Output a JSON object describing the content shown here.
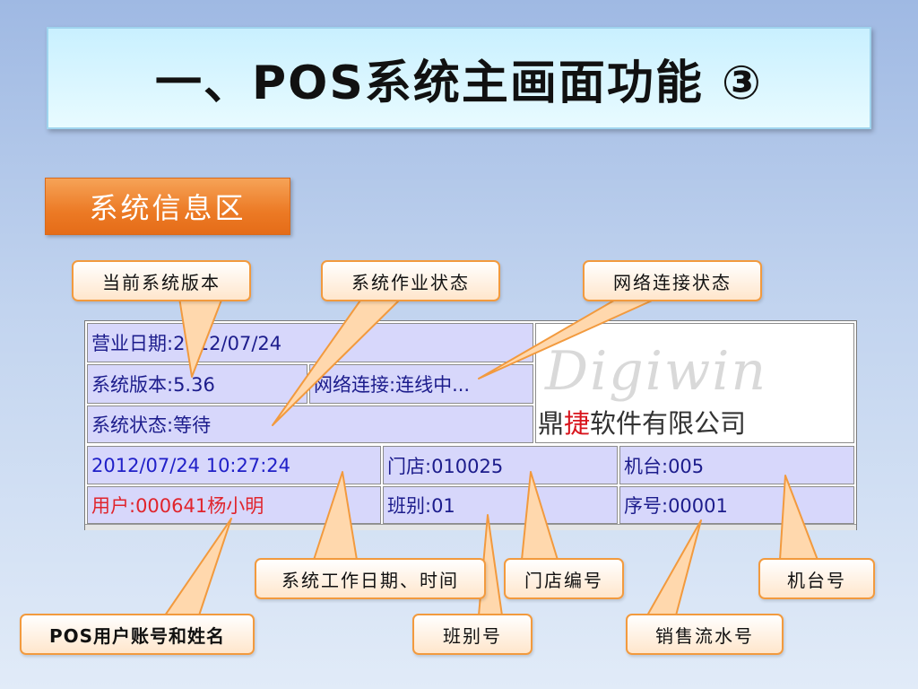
{
  "slide": {
    "title": "一、POS系统主画面功能 ③",
    "section_label": "系统信息区"
  },
  "pos_panel": {
    "business_date": "营业日期:2012/07/24",
    "version": "系统版本:5.36",
    "network": "网络连接:连线中...",
    "status": "系统状态:等待",
    "datetime": "2012/07/24 10:27:24",
    "store": "门店:010025",
    "terminal": "机台:005",
    "user": "用户:000641杨小明",
    "shift": "班别:01",
    "serial": "序号:00001",
    "logo_script": "Digiwin",
    "company_prefix": "鼎",
    "company_highlight": "捷",
    "company_suffix": "软件有限公司"
  },
  "callouts": {
    "version": "当前系统版本",
    "status": "系统作业状态",
    "network": "网络连接状态",
    "datetime": "系统工作日期、时间",
    "store": "门店编号",
    "terminal": "机台号",
    "user": "POS用户账号和姓名",
    "shift": "班别号",
    "serial": "销售流水号"
  },
  "colors": {
    "accent_orange": "#ec7a25",
    "callout_border": "#f29a3e",
    "cell_bg": "#d7d7fb",
    "user_text": "#e0242c"
  }
}
